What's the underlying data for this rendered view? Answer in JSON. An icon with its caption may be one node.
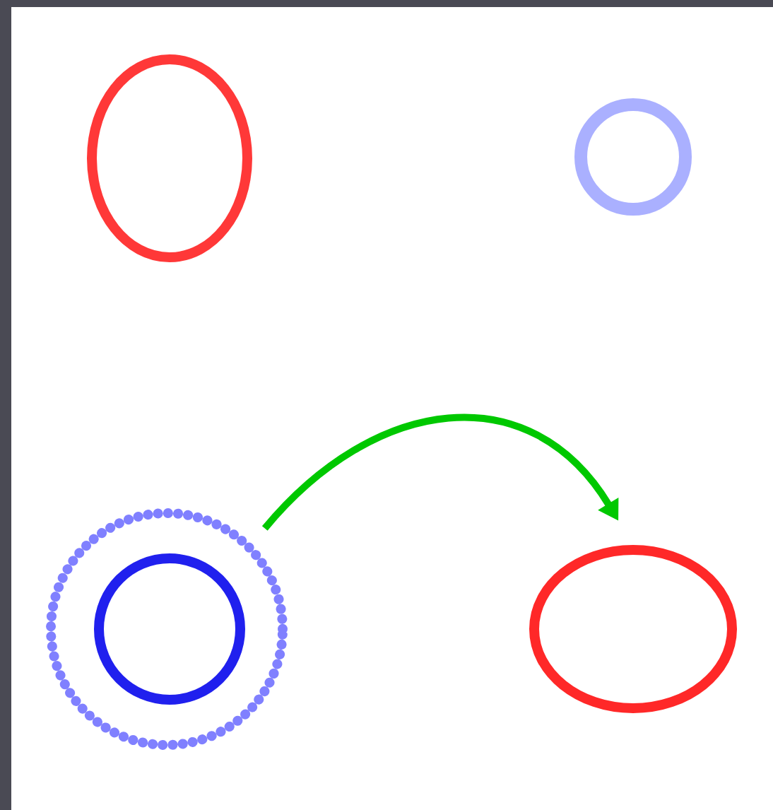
{
  "diagram": {
    "nodes": [
      {
        "text": [],
        "shape": "ellipse"
      },
      {
        "text": [],
        "shape": "circle"
      },
      {
        "text": [],
        "shape": "circle"
      },
      {
        "text": [],
        "shape": "circle",
        "in": 2
      },
      {
        "text": [],
        "shape": "ellipse"
      }
    ],
    "edges": [
      {
        "from": 2,
        "to": 4,
        "arrow": "to"
      }
    ]
  }
}
